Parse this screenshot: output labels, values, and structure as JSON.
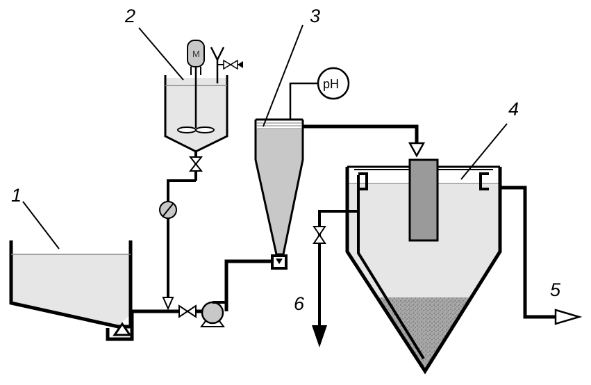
{
  "labels": {
    "n1": "1",
    "n2": "2",
    "n3": "3",
    "n4": "4",
    "n5": "5",
    "n6": "6",
    "ph": "pH",
    "motor": "M"
  },
  "colors": {
    "stroke": "#000000",
    "liquid_light": "#e6e6e6",
    "liquid_dark": "#c8c8c8",
    "sludge": "#9a9a9a",
    "overflow_block": "#9a9a9a"
  }
}
